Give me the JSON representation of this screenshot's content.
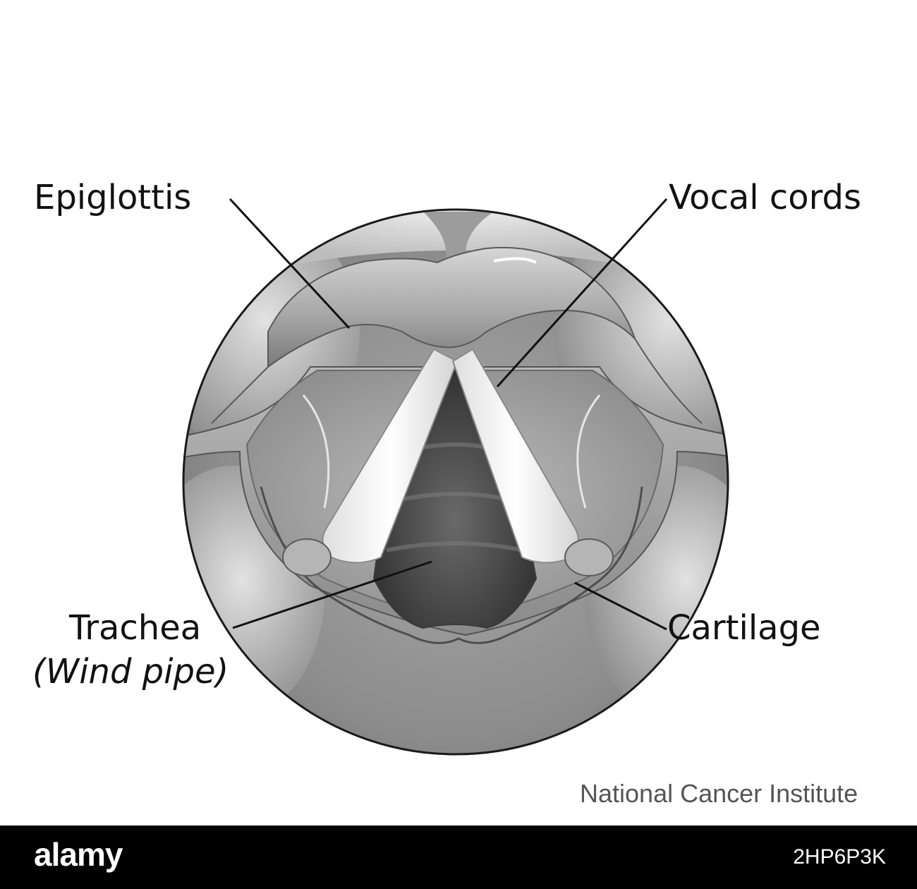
{
  "labels": {
    "epiglottis": "Epiglottis",
    "vocal_cords": "Vocal cords",
    "trachea": "Trachea",
    "wind_pipe": "(Wind pipe)",
    "cartilage": "Cartilage"
  },
  "credit": "National Cancer Institute",
  "watermark": {
    "logo": "alamy",
    "image_id": "2HP6P3K"
  },
  "colors": {
    "line": "#111111",
    "tissue": "#9a9a9a",
    "cords": "#f4f4f4",
    "footer": "#000000"
  }
}
